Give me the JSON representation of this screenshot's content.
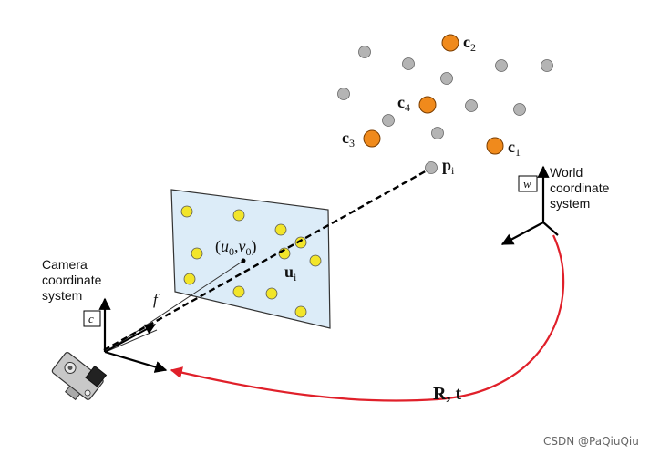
{
  "world_labels": {
    "line1": "World",
    "line2": "coordinate",
    "line3": "system",
    "frame_letter": "w"
  },
  "camera_labels": {
    "line1": "Camera",
    "line2": "coordinate",
    "line3": "system",
    "frame_letter": "c"
  },
  "principal_point": {
    "open": "(",
    "u": "u",
    "u_sub": "0",
    "comma": ",",
    "v": "v",
    "v_sub": "0",
    "close": ")"
  },
  "focal_length": "f",
  "image_point": {
    "base": "u",
    "sub": "i"
  },
  "world_point": {
    "base": "p",
    "sub": "i"
  },
  "control_points": [
    {
      "base": "c",
      "sub": "1"
    },
    {
      "base": "c",
      "sub": "2"
    },
    {
      "base": "c",
      "sub": "3"
    },
    {
      "base": "c",
      "sub": "4"
    }
  ],
  "transform_label": "R, t",
  "watermark": "CSDN @PaQiuQiu",
  "colors": {
    "image_plane_fill": "#dcecf8",
    "image_point": "#f2e52a",
    "control_point": "#f08a1c",
    "world_point": "#b4b4b4",
    "transform_arrow": "#e0202a"
  }
}
